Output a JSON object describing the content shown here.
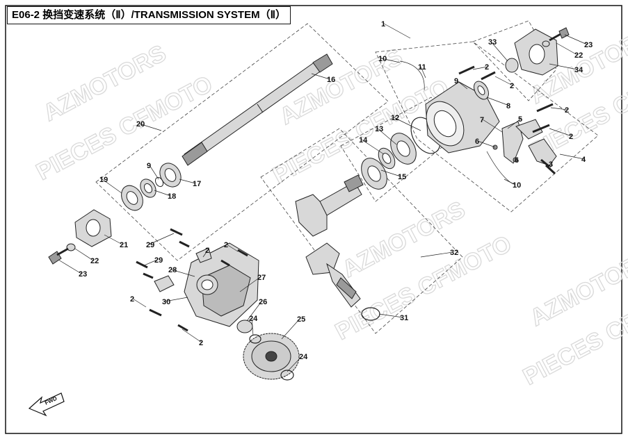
{
  "title": "E06-2 换挡变速系统（Ⅱ）/TRANSMISSION SYSTEM（Ⅱ）",
  "watermarks": [
    "AZMOTORS",
    "PIECES CFMOTO",
    "AZMOTORS",
    "PIECES CFMOTO",
    "AZMOTORS",
    "PIECES CFMOTO",
    "AZMOTORS",
    "PIECES CFMOTO",
    "AZMOTORS",
    "PIECES CFMOTO"
  ],
  "callouts": [
    {
      "label": "1"
    },
    {
      "label": "2"
    },
    {
      "label": "2"
    },
    {
      "label": "2"
    },
    {
      "label": "2"
    },
    {
      "label": "2"
    },
    {
      "label": "2"
    },
    {
      "label": "2"
    },
    {
      "label": "2"
    },
    {
      "label": "3"
    },
    {
      "label": "4"
    },
    {
      "label": "5"
    },
    {
      "label": "6"
    },
    {
      "label": "6"
    },
    {
      "label": "7"
    },
    {
      "label": "8"
    },
    {
      "label": "9"
    },
    {
      "label": "9"
    },
    {
      "label": "10"
    },
    {
      "label": "10"
    },
    {
      "label": "11"
    },
    {
      "label": "12"
    },
    {
      "label": "13"
    },
    {
      "label": "14"
    },
    {
      "label": "15"
    },
    {
      "label": "16"
    },
    {
      "label": "17"
    },
    {
      "label": "18"
    },
    {
      "label": "19"
    },
    {
      "label": "20"
    },
    {
      "label": "21"
    },
    {
      "label": "22"
    },
    {
      "label": "22"
    },
    {
      "label": "23"
    },
    {
      "label": "23"
    },
    {
      "label": "24"
    },
    {
      "label": "24"
    },
    {
      "label": "25"
    },
    {
      "label": "26"
    },
    {
      "label": "27"
    },
    {
      "label": "28"
    },
    {
      "label": "29"
    },
    {
      "label": "29"
    },
    {
      "label": "30"
    },
    {
      "label": "31"
    },
    {
      "label": "32"
    },
    {
      "label": "33"
    },
    {
      "label": "34"
    }
  ],
  "fwd_arrow_label": "FWD"
}
